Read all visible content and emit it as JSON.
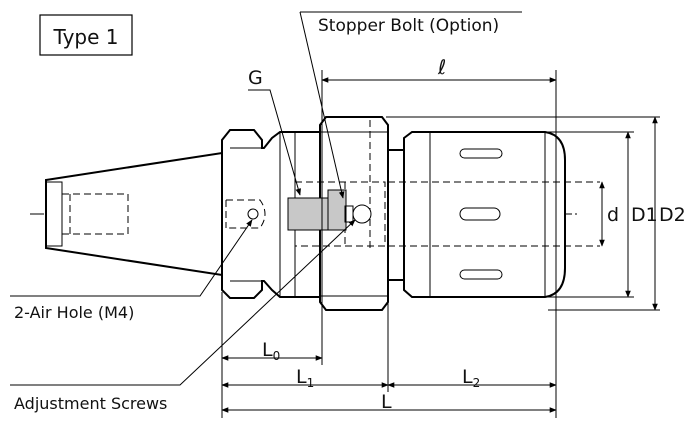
{
  "type_label": "Type 1",
  "labels": {
    "stopper_bolt": "Stopper Bolt (Option)",
    "g": "G",
    "ell": "ℓ",
    "d": "d",
    "d1": "D1",
    "d2": "D2",
    "air_hole": "2-Air Hole (M4)",
    "adjustment_screws": "Adjustment Screws",
    "l0": "L",
    "l0_sub": "0",
    "l1": "L",
    "l1_sub": "1",
    "l2": "L",
    "l2_sub": "2",
    "l": "L"
  }
}
